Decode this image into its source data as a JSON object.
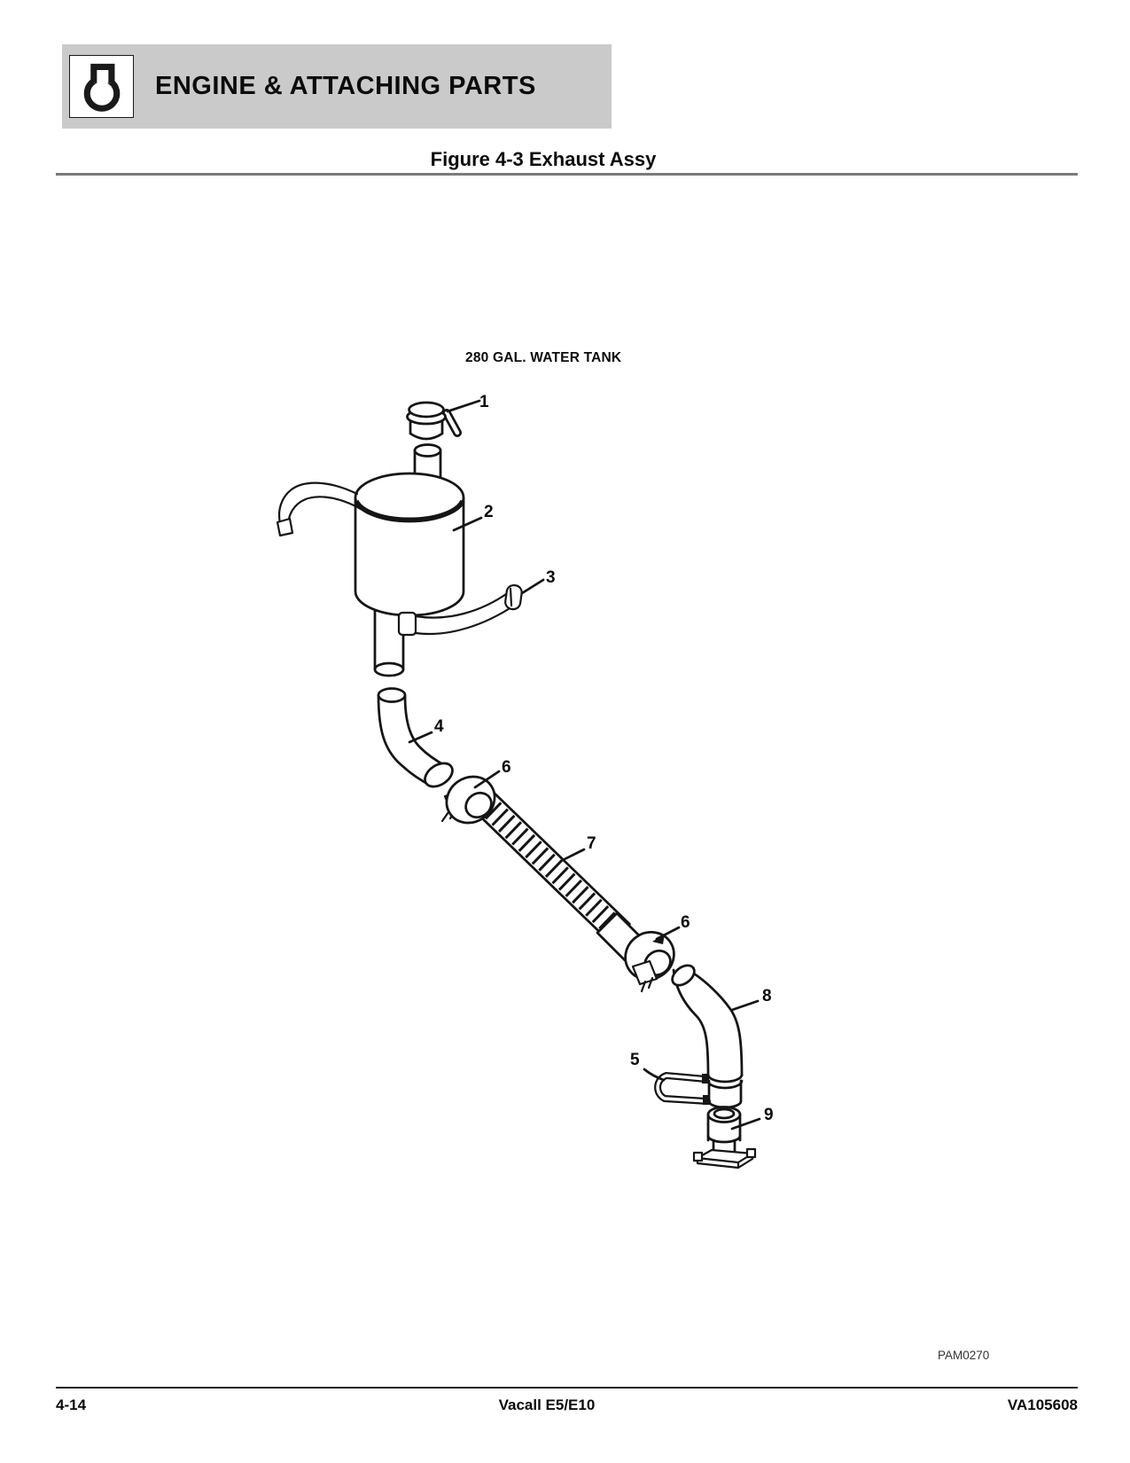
{
  "header": {
    "section_title": "ENGINE & ATTACHING PARTS",
    "icon": "engine-gasket-icon"
  },
  "figure": {
    "title": "Figure 4-3 Exhaust Assy",
    "caption": "280 GAL. WATER TANK",
    "image_code": "PAM0270",
    "callouts": [
      "1",
      "2",
      "3",
      "4",
      "6",
      "7",
      "6",
      "8",
      "5",
      "9"
    ]
  },
  "footer": {
    "page_number": "4-14",
    "model": "Vacall E5/E10",
    "doc_code": "VA105608"
  },
  "colors": {
    "banner_bg": "#cacaca",
    "line": "#151515",
    "rule_top": "#7a7a7a",
    "rule_bottom": "#222222"
  }
}
